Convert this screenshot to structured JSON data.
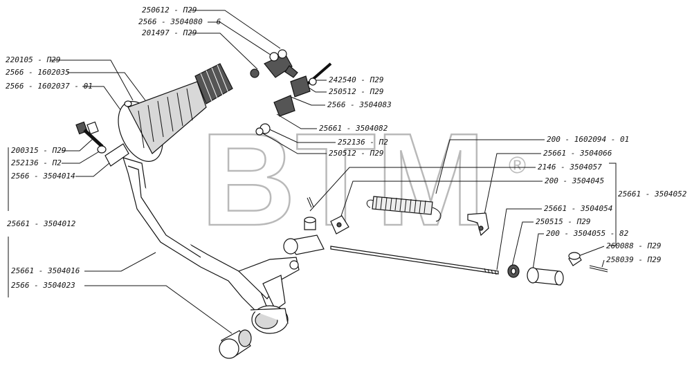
{
  "watermark": {
    "text": "BTM",
    "mark": "®"
  },
  "labels": {
    "l250612": "250612 - П29",
    "l2566_3504080_6": "2566 - 3504080 - 6",
    "l201497": "201497 - П29",
    "l220105": "220105 - П29",
    "l2566_1602035": "2566 - 1602035",
    "l2566_1602037_01": "2566 - 1602037 - 01",
    "l242540": "242540 - П29",
    "l250512a": "250512 - П29",
    "l2566_3504083": "2566 - 3504083",
    "l25661_3504082": "25661 - 3504082",
    "l252136a": "252136 - П2",
    "l250512b": "250512 - П29",
    "l200315": "200315 - П29",
    "l252136b": "252136 - П2",
    "l2566_3504014": "2566 - 3504014",
    "l25661_3504012": "25661 - 3504012",
    "l200_1602094_01": "200 - 1602094 - 01",
    "l25661_3504066": "25661 - 3504066",
    "l2146_3504057": "2146 - 3504057",
    "l200_3504045": "200 - 3504045",
    "l25661_3504052": "25661 - 3504052",
    "l25661_3504054": "25661 - 3504054",
    "l250515": "250515 - П29",
    "l200_3504055_82": "200 - 3504055 - 82",
    "l260088": "260088 - П29",
    "l258039": "258039 - П29",
    "l25661_3504016": "25661 - 3504016",
    "l2566_3504023": "2566 - 3504023"
  }
}
